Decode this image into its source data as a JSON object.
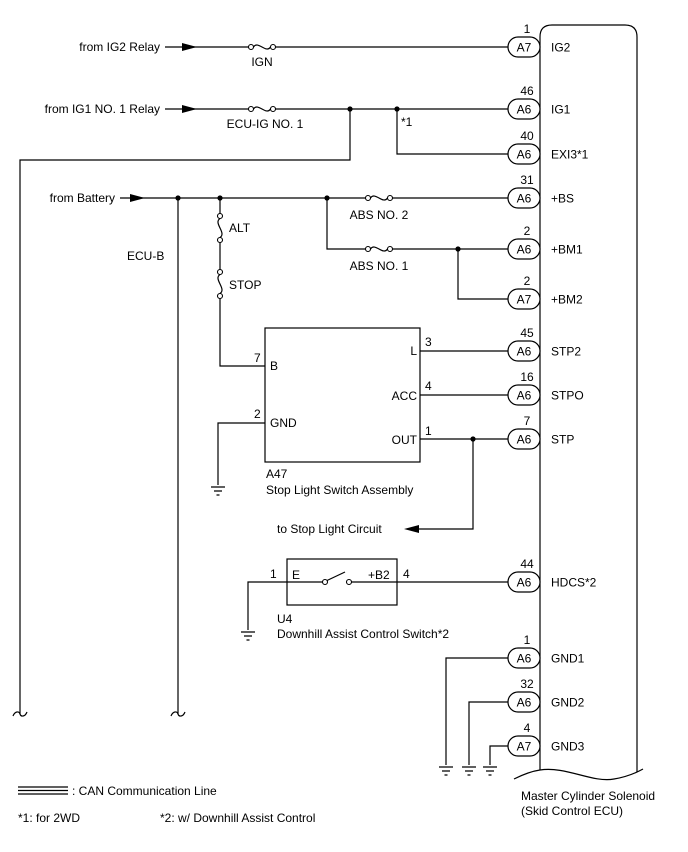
{
  "sources": {
    "ig2_relay": "from IG2 Relay",
    "ig1_relay": "from IG1 NO. 1 Relay",
    "battery": "from Battery"
  },
  "fuses": {
    "ign": "IGN",
    "ecu_ig_no1": "ECU-IG NO. 1",
    "alt": "ALT",
    "stop": "STOP",
    "abs_no2": "ABS NO. 2",
    "abs_no1": "ABS NO. 1"
  },
  "labels": {
    "ecu_b": "ECU-B",
    "branch_note": "*1",
    "to_stop_light_circuit": "to Stop Light Circuit"
  },
  "stop_light_switch": {
    "code": "A47",
    "name": "Stop Light Switch Assembly",
    "terminals": {
      "b": {
        "pin": "7",
        "name": "B"
      },
      "gnd": {
        "pin": "2",
        "name": "GND"
      },
      "l": {
        "pin": "3",
        "name": "L"
      },
      "acc": {
        "pin": "4",
        "name": "ACC"
      },
      "out": {
        "pin": "1",
        "name": "OUT"
      }
    }
  },
  "downhill_switch": {
    "code": "U4",
    "name": "Downhill Assist Control Switch*2",
    "terminals": {
      "e": {
        "pin": "1",
        "name": "E"
      },
      "b2": {
        "pin": "4",
        "name": "+B2"
      }
    }
  },
  "ecu": {
    "name": "Master Cylinder Solenoid",
    "subname": "(Skid Control ECU)",
    "pins": [
      {
        "pin": "1",
        "connector": "A7",
        "name": "IG2"
      },
      {
        "pin": "46",
        "connector": "A6",
        "name": "IG1"
      },
      {
        "pin": "40",
        "connector": "A6",
        "name": "EXI3*1"
      },
      {
        "pin": "31",
        "connector": "A6",
        "name": "+BS"
      },
      {
        "pin": "2",
        "connector": "A6",
        "name": "+BM1"
      },
      {
        "pin": "2",
        "connector": "A7",
        "name": "+BM2"
      },
      {
        "pin": "45",
        "connector": "A6",
        "name": "STP2"
      },
      {
        "pin": "16",
        "connector": "A6",
        "name": "STPO"
      },
      {
        "pin": "7",
        "connector": "A6",
        "name": "STP"
      },
      {
        "pin": "44",
        "connector": "A6",
        "name": "HDCS*2"
      },
      {
        "pin": "1",
        "connector": "A6",
        "name": "GND1"
      },
      {
        "pin": "32",
        "connector": "A6",
        "name": "GND2"
      },
      {
        "pin": "4",
        "connector": "A7",
        "name": "GND3"
      }
    ]
  },
  "legend": {
    "can_line": ": CAN Communication Line",
    "note_1": "*1: for 2WD",
    "note_2": "*2: w/ Downhill Assist Control"
  }
}
